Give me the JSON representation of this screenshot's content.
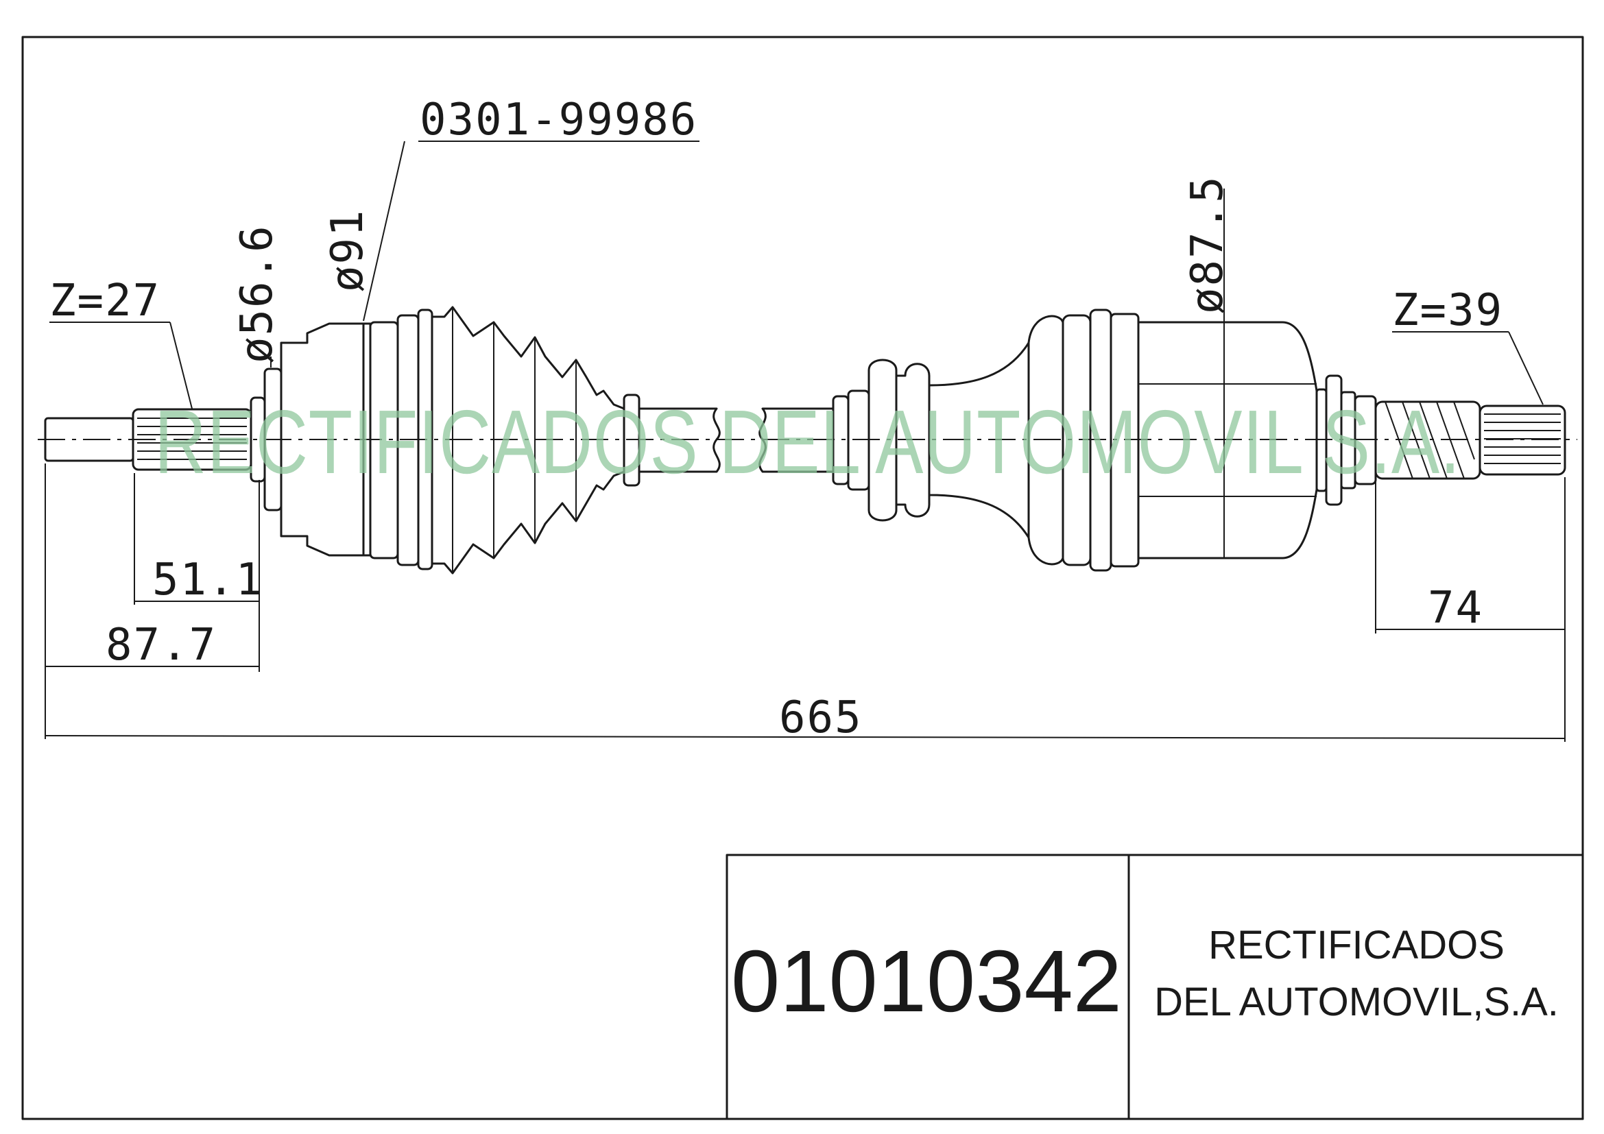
{
  "drawing": {
    "part_number": "0301-99986",
    "left_spline": "Z=27",
    "right_spline": "Z=39",
    "diameters": {
      "left_flange": "ø56.6",
      "left_joint": "ø91",
      "right_joint": "ø87.5"
    },
    "lengths": {
      "left_spline": "51.1",
      "left_stub": "87.7",
      "right_stub": "74",
      "overall": "665"
    },
    "watermark": "RECTIFICADOS DEL AUTOMOVIL S.A.",
    "watermark_color": "#8fc79c"
  },
  "title_block": {
    "reference": "01010342",
    "company_line1": "RECTIFICADOS",
    "company_line2": "DEL AUTOMOVIL,S.A."
  }
}
